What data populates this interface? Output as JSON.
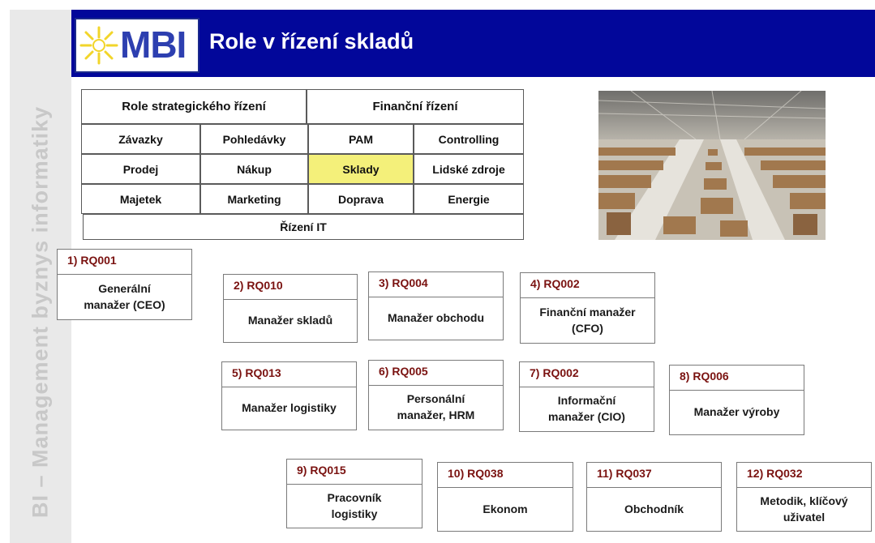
{
  "sidebar": {
    "text": "BI – Management byznys informatiky"
  },
  "header": {
    "logo_text": "MBI",
    "title": "Role v řízení skladů"
  },
  "roles_table": {
    "row0": [
      "Role strategického řízení",
      "Finanční řízení"
    ],
    "row1": [
      "Závazky",
      "Pohledávky",
      "PAM",
      "Controlling"
    ],
    "row2": [
      "Prodej",
      "Nákup",
      "Sklady",
      "Lidské zdroje"
    ],
    "row3": [
      "Majetek",
      "Marketing",
      "Doprava",
      "Energie"
    ],
    "row4": [
      "Řízení IT"
    ],
    "highlight_color": "#f4f07a"
  },
  "photo": {
    "subject": "warehouse interior photo"
  },
  "cards": [
    {
      "code": "1) RQ001",
      "name": "Generální\nmanažer (CEO)"
    },
    {
      "code": "2) RQ010",
      "name": "Manažer skladů"
    },
    {
      "code": "3) RQ004",
      "name": "Manažer obchodu"
    },
    {
      "code": "4) RQ002",
      "name": "Finanční manažer\n(CFO)"
    },
    {
      "code": "5) RQ013",
      "name": "Manažer logistiky"
    },
    {
      "code": "6) RQ005",
      "name": "Personální\nmanažer, HRM"
    },
    {
      "code": "7) RQ002",
      "name": "Informační\nmanažer (CIO)"
    },
    {
      "code": "8) RQ006",
      "name": "Manažer výroby"
    },
    {
      "code": "9)  RQ015",
      "name": "Pracovník\nlogistiky"
    },
    {
      "code": "10) RQ038",
      "name": "Ekonom"
    },
    {
      "code": "11) RQ037",
      "name": "Obchodník"
    },
    {
      "code": "12) RQ032",
      "name": "Metodik, klíčový\nuživatel"
    }
  ],
  "colors": {
    "header_bg": "#02079a",
    "card_code": "#7a1210",
    "sidebar_bg": "#e9e9e9"
  }
}
